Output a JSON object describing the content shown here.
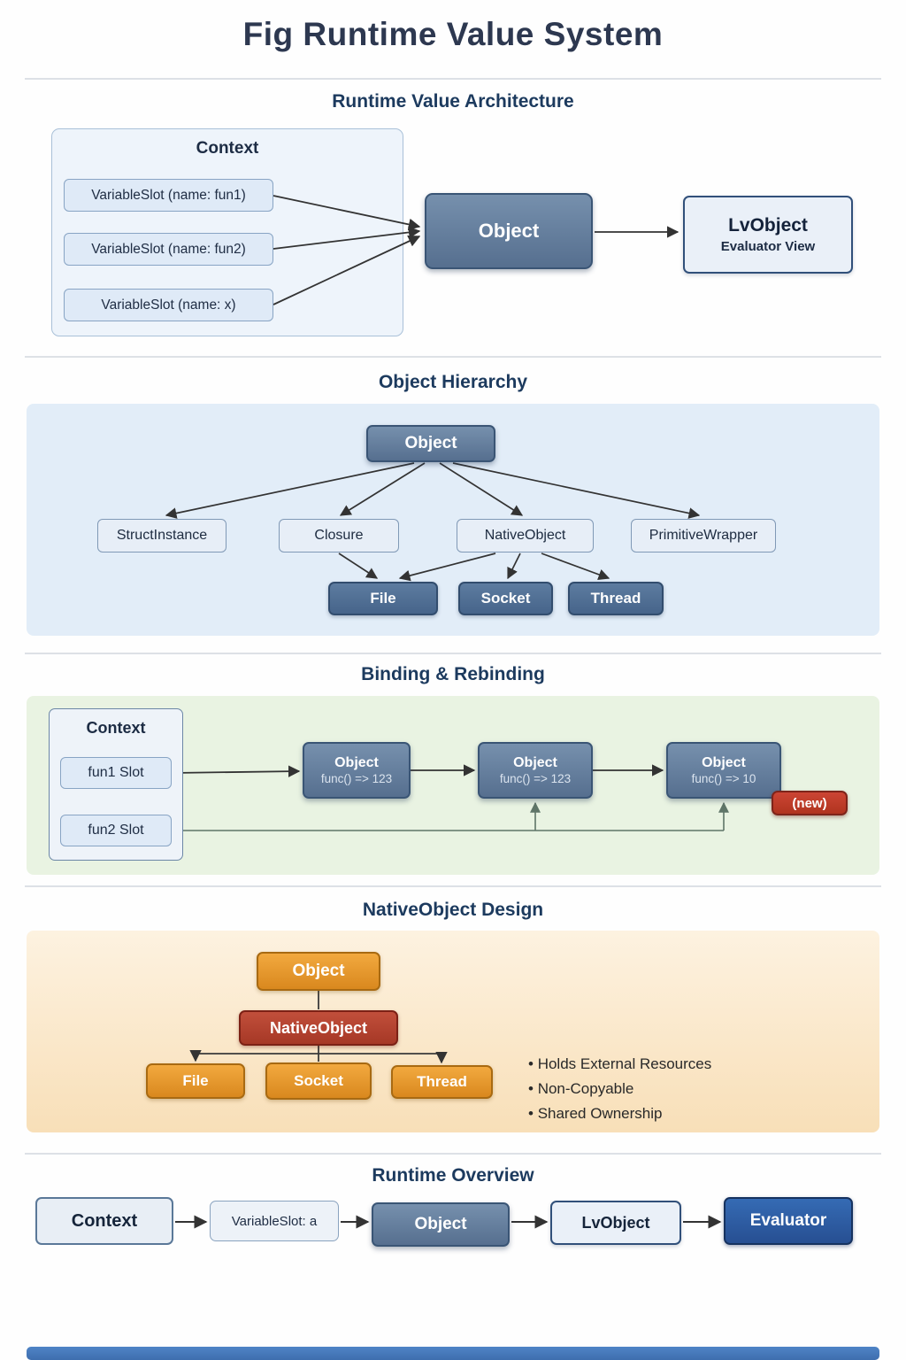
{
  "title": "Fig Runtime Value System",
  "architecture": {
    "heading": "Runtime Value Architecture",
    "context_label": "Context",
    "slots": [
      "VariableSlot (name: fun1)",
      "VariableSlot (name: fun2)",
      "VariableSlot (name: x)"
    ],
    "object_label": "Object",
    "lvobject_label": "LvObject",
    "lvobject_sub": "Evaluator View"
  },
  "hierarchy": {
    "heading": "Object Hierarchy",
    "root": "Object",
    "children": [
      "StructInstance",
      "Closure",
      "NativeObject",
      "PrimitiveWrapper"
    ],
    "leaves": [
      "File",
      "Socket",
      "Thread"
    ]
  },
  "binding": {
    "heading": "Binding & Rebinding",
    "context_label": "Context",
    "slots": [
      "fun1 Slot",
      "fun2 Slot"
    ],
    "objects": [
      {
        "title": "Object",
        "sub": "func() => 123"
      },
      {
        "title": "Object",
        "sub": "func() => 123"
      },
      {
        "title": "Object",
        "sub": "func() => 10"
      }
    ],
    "new_badge": "(new)"
  },
  "native": {
    "heading": "NativeObject Design",
    "root": "Object",
    "mid": "NativeObject",
    "leaves": [
      "File",
      "Socket",
      "Thread"
    ],
    "bullets": [
      "Holds External Resources",
      "Non-Copyable",
      "Shared Ownership"
    ]
  },
  "overview": {
    "heading": "Runtime Overview",
    "nodes": [
      "Context",
      "VariableSlot: a",
      "Object",
      "LvObject",
      "Evaluator"
    ]
  },
  "colors": {
    "accent_blue": "#566f8f",
    "accent_orange": "#d9881e",
    "accent_red": "#a63826",
    "panel_blue": "#e2edf8",
    "panel_green": "#e9f3e2",
    "panel_orange": "#fbe4bd"
  }
}
